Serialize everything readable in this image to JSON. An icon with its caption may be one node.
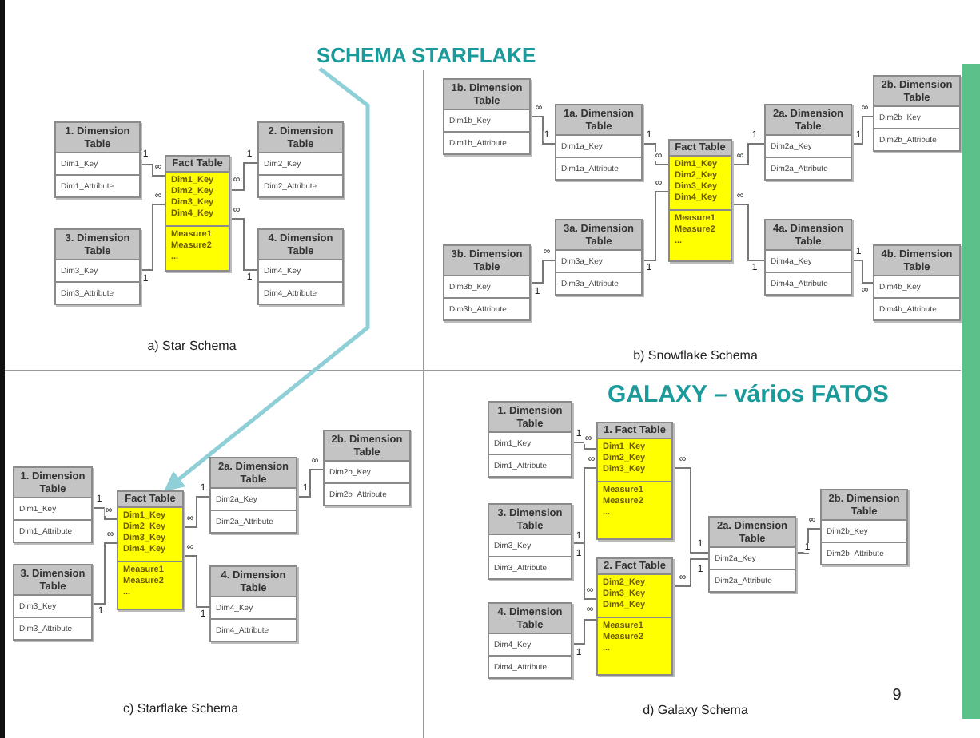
{
  "diagram": {
    "nodes": [
      {
        "text": [
          "SCHEMA STARFLAKE"
        ]
      },
      {
        "text": [
          "1. Dimension Table",
          "Dim1_Key",
          "Dim1_Attribute"
        ]
      },
      {
        "text": [
          "Fact Table",
          "Dim1_Key Dim2_Key Dim3_Key Dim4_Key",
          "Measure1 Measure2 ..."
        ]
      },
      {
        "text": [
          "2. Dimension Table",
          "Dim2_Key",
          "Dim2_Attribute"
        ]
      },
      {
        "text": [
          "3. Dimension Table",
          "Dim3_Key",
          "Dim3_Attribute"
        ]
      },
      {
        "text": [
          "4. Dimension Table",
          "Dim4_Key",
          "Dim4_Attribute"
        ]
      },
      {
        "text": [
          "1b. Dimension Table",
          "Dim1b_Key",
          "Dim1b_Attribute"
        ]
      },
      {
        "text": [
          "1a. Dimension Table",
          "Dim1a_Key",
          "Dim1a_Attribute"
        ]
      },
      {
        "text": [
          "Fact Table",
          "Dim1_Key Dim2_Key Dim3_Key Dim4_Key",
          "Measure1 Measure2 ..."
        ]
      },
      {
        "text": [
          "2a. Dimension Table",
          "Dim2a_Key",
          "Dim2a_Attribute"
        ]
      },
      {
        "text": [
          "2b. Dimension Table",
          "Dim2b_Key",
          "Dim2b_Attribute"
        ]
      },
      {
        "text": [
          "3b. Dimension Table",
          "Dim3b_Key",
          "Dim3b_Attribute"
        ]
      },
      {
        "text": [
          "3a. Dimension Table",
          "Dim3a_Key",
          "Dim3a_Attribute"
        ]
      },
      {
        "text": [
          "4a. Dimension Table",
          "Dim4a_Key",
          "Dim4a_Attribute"
        ]
      },
      {
        "text": [
          "4b. Dimension Table",
          "Dim4b_Key",
          "Dim4b_Attribute"
        ]
      },
      {
        "text": [
          "1. Dimension Table",
          "Dim1_Key",
          "Dim1_Attribute"
        ]
      },
      {
        "text": [
          "Fact Table",
          "Dim1_Key Dim2_Key Dim3_Key Dim4_Key",
          "Measure1 Measure2 ..."
        ]
      },
      {
        "text": [
          "2a. Dimension Table",
          "Dim2a_Key",
          "Dim2a_Attribute"
        ]
      },
      {
        "text": [
          "2b. Dimension Table",
          "Dim2b_Key",
          "Dim2b_Attribute"
        ]
      },
      {
        "text": [
          "3. Dimension Table",
          "Dim3_Key",
          "Dim3_Attribute"
        ]
      },
      {
        "text": [
          "4. Dimension Table",
          "Dim4_Key",
          "Dim4_Attribute"
        ]
      },
      {
        "text": [
          "1. Dimension Table",
          "Dim1_Key",
          "Dim1_Attribute"
        ]
      },
      {
        "text": [
          "1. Fact Table",
          "Dim1_Key Dim2_Key Dim3_Key",
          "Measure1 Measure2 ..."
        ]
      },
      {
        "text": [
          "3. Dimension Table",
          "Dim3_Key",
          "Dim3_Attribute"
        ]
      },
      {
        "text": [
          "2. Fact Table",
          "Dim2_Key Dim3_Key Dim4_Key",
          "Measure1 Measure2 ..."
        ]
      },
      {
        "text": [
          "4. Dimension Table",
          "Dim4_Key",
          "Dim4_Attribute"
        ]
      },
      {
        "text": [
          "2a. Dimension Table",
          "Dim2a_Key",
          "Dim2a_Attribute"
        ]
      },
      {
        "text": [
          "2b. Dimension Table",
          "Dim2b_Key",
          "Dim2b_Attribute"
        ]
      }
    ],
    "edges": [
      {
        "from": 0,
        "to": 16,
        "arrow": "to",
        "style": "thick",
        "color": "#8fcfd8"
      },
      {
        "from": 1,
        "to": 2,
        "arrow": "none"
      },
      {
        "from": 2,
        "to": 3,
        "arrow": "none"
      },
      {
        "from": 4,
        "to": 2,
        "arrow": "none"
      },
      {
        "from": 2,
        "to": 5,
        "arrow": "none"
      },
      {
        "from": 6,
        "to": 7,
        "arrow": "none"
      },
      {
        "from": 7,
        "to": 8,
        "arrow": "none"
      },
      {
        "from": 8,
        "to": 9,
        "arrow": "none"
      },
      {
        "from": 9,
        "to": 10,
        "arrow": "none"
      },
      {
        "from": 11,
        "to": 12,
        "arrow": "none"
      },
      {
        "from": 12,
        "to": 8,
        "arrow": "none"
      },
      {
        "from": 8,
        "to": 13,
        "arrow": "none"
      },
      {
        "from": 13,
        "to": 14,
        "arrow": "none"
      },
      {
        "from": 15,
        "to": 16,
        "arrow": "none"
      },
      {
        "from": 16,
        "to": 17,
        "arrow": "none"
      },
      {
        "from": 17,
        "to": 18,
        "arrow": "none"
      },
      {
        "from": 19,
        "to": 16,
        "arrow": "none"
      },
      {
        "from": 16,
        "to": 20,
        "arrow": "none"
      },
      {
        "from": 21,
        "to": 22,
        "arrow": "none"
      },
      {
        "from": 23,
        "to": 22,
        "arrow": "none"
      },
      {
        "from": 23,
        "to": 24,
        "arrow": "none"
      },
      {
        "from": 25,
        "to": 24,
        "arrow": "none"
      },
      {
        "from": 22,
        "to": 26,
        "arrow": "none"
      },
      {
        "from": 24,
        "to": 26,
        "arrow": "none"
      },
      {
        "from": 26,
        "to": 27,
        "arrow": "none"
      }
    ],
    "labels": [
      "1",
      "∞",
      "∞",
      "1",
      "1",
      "∞",
      "∞",
      "1",
      "a) Star Schema",
      "∞",
      "1",
      "1",
      "∞",
      "∞",
      "1",
      "1",
      "∞",
      "1",
      "∞",
      "1",
      "∞",
      "∞",
      "1",
      "1",
      "∞",
      "b) Snowflake Schema",
      "GALAXY – vários FATOS",
      "1",
      "∞",
      "∞",
      "1",
      "1",
      "∞",
      "1",
      "∞",
      "∞",
      "1",
      "c) Starflake Schema",
      "1",
      "∞",
      "1",
      "∞",
      "1",
      "∞",
      "1",
      "∞",
      "∞",
      "1",
      "∞",
      "1",
      "1",
      "∞",
      "d) Galaxy Schema",
      "9"
    ]
  }
}
